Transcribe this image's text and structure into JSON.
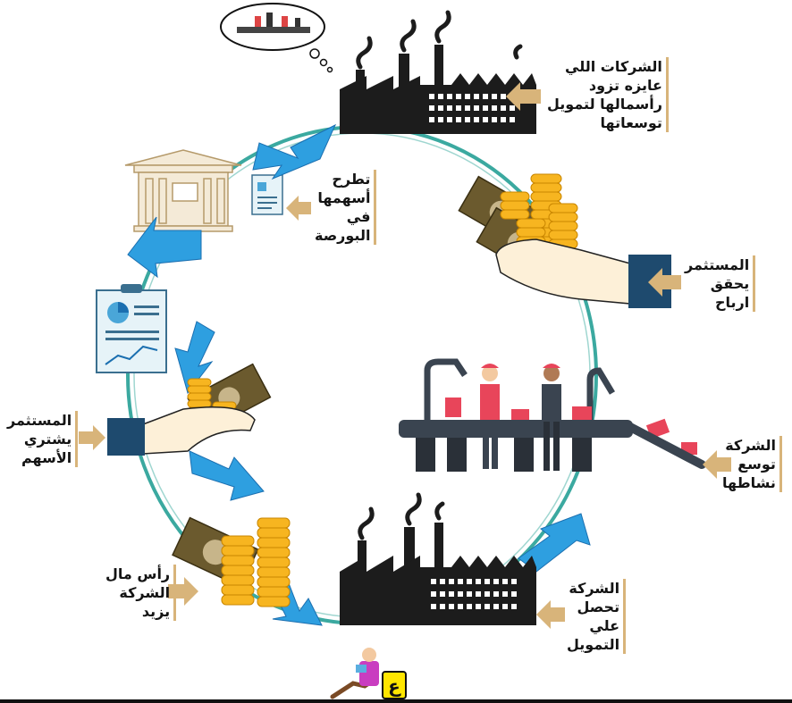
{
  "colors": {
    "ring": "#3ba9a0",
    "arrow": "#2e9fe0",
    "arrow_dark": "#1b6fb0",
    "pointer": "#d8b47a",
    "factory": "#1c1c1c",
    "coin": "#f7b520",
    "coin_edge": "#c98600",
    "banknote": "#6b5a2e",
    "cuff": "#1e4a6e",
    "skin": "#fdf0d8",
    "box": "#e8455a",
    "document": "#e6f3f8",
    "building": "#f4ead7"
  },
  "icons": {
    "factory_top": "factory-icon",
    "stock_exchange": "stock-exchange-building-icon",
    "share_document": "share-certificate-icon",
    "report_document": "report-document-icon",
    "investor_buys": "hand-with-money-icon",
    "investor_profit": "hand-with-coins-icon",
    "production_line": "conveyor-belt-icon",
    "factory_bottom": "factory-icon",
    "capital_money": "coins-and-banknote-icon",
    "thought_bubble": "thought-bubble-icon",
    "logo": "reading-person-logo-icon"
  },
  "labels": {
    "companies": [
      "الشركات اللي",
      "عايزه تزود",
      "رأسمالها لتمويل",
      "توسعاتها"
    ],
    "offer_shares": [
      "تطرح",
      "أسهمها",
      "في",
      "البورصة"
    ],
    "investor_profit": [
      "المستثمر",
      "يحقق",
      "ارباح"
    ],
    "investor_buys": [
      "المستثمر",
      "يشتري",
      "الأسهم"
    ],
    "company_expands": [
      "الشركة",
      "توسع",
      "نشاطها"
    ],
    "capital_increases": [
      "رأس مال",
      "الشركة",
      "يزيد"
    ],
    "company_financing": [
      "الشركة",
      "تحصل",
      "علي",
      "التمويل"
    ]
  },
  "logo_text": "ع"
}
